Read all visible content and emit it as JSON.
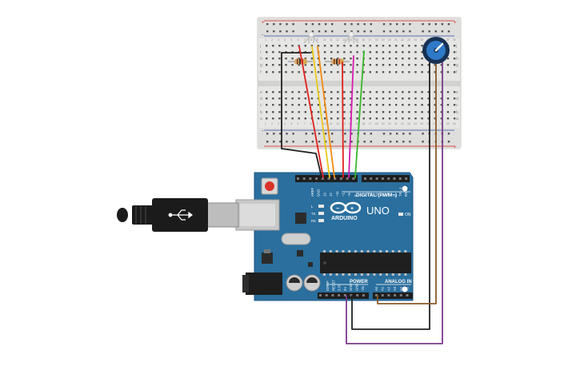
{
  "board": {
    "brand": "ARDUINO",
    "model": "UNO",
    "on_label": "ON",
    "digital_label": "DIGITAL (PWM~)",
    "power_label": "POWER",
    "analog_label": "ANALOG IN",
    "left_header_labels": [
      "AREF",
      "GND",
      "13",
      "12",
      "~11",
      "~10",
      "~9",
      "8"
    ],
    "right_header_labels": [
      "7",
      "~6",
      "~5",
      "4",
      "~3",
      "2",
      "TX→1",
      "RX←0"
    ],
    "power_pins": [
      "IOREF",
      "RESET",
      "3.3V",
      "5V",
      "GND",
      "GND",
      "Vin"
    ],
    "analog_pins": [
      "A0",
      "A1",
      "A2",
      "A3",
      "A4",
      "A5"
    ],
    "leds": [
      "L",
      "TX",
      "RX"
    ]
  },
  "breadboard": {
    "row_letters_top": [
      "j",
      "i",
      "h",
      "g",
      "f"
    ],
    "row_letters_bottom": [
      "e",
      "d",
      "c",
      "b",
      "a"
    ],
    "col_numbers": [
      "1",
      "2",
      "3",
      "4",
      "5",
      "6",
      "7",
      "8",
      "9",
      "10",
      "11",
      "12",
      "13",
      "14",
      "15",
      "16",
      "17",
      "18",
      "19",
      "20",
      "21",
      "22",
      "23",
      "24",
      "25",
      "26",
      "27",
      "28",
      "29",
      "30"
    ],
    "rail_plus": "+",
    "rail_minus": "-"
  },
  "colors": {
    "board_blue": "#2a6f9e",
    "board_dark": "#1f5a82",
    "breadboard": "#e8e8e6",
    "wire_red": "#e0201c",
    "wire_yellow": "#e9c81a",
    "wire_orange": "#f08a10",
    "wire_magenta": "#d61cb0",
    "wire_green": "#38b82a",
    "wire_black": "#222222",
    "wire_purple": "#7a3a8a",
    "wire_brown": "#8a5a2a",
    "pot_blue": "#2f79c8"
  },
  "icons": [
    "usb-cable-icon",
    "potentiometer-icon",
    "rgb-led-icon",
    "resistor-icon",
    "reset-button-icon",
    "microcontroller-chip-icon",
    "crystal-icon",
    "barrel-jack-icon"
  ]
}
